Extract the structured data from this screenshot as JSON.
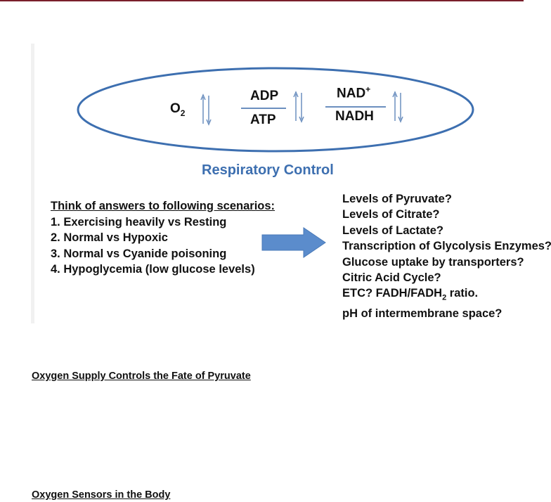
{
  "diagram": {
    "o2": {
      "base": "O",
      "sub": "2"
    },
    "adp_atp": {
      "numerator": "ADP",
      "denominator": "ATP"
    },
    "nad_nadh": {
      "numerator": "NAD",
      "numerator_sup": "+",
      "denominator": "NADH"
    },
    "title": "Respiratory Control",
    "colors": {
      "ellipse": "#3d6fb0",
      "arrow": "#6b8fbf",
      "title": "#3d6fb0",
      "top_rule": "#7a1f2b"
    }
  },
  "scenarios": {
    "heading": "Think of answers to following scenarios:",
    "items": [
      "1. Exercising heavily vs Resting",
      "2. Normal vs Hypoxic",
      "3. Normal vs Cyanide poisoning",
      "4. Hypoglycemia (low glucose levels)"
    ]
  },
  "questions": {
    "items": [
      "Levels of Pyruvate?",
      "Levels of Citrate?",
      "Levels of Lactate?",
      "Transcription of Glycolysis Enzymes?",
      "Glucose uptake by transporters?",
      "Citric Acid Cycle?"
    ],
    "etc": {
      "prefix": "ETC? FADH/FADH",
      "sub": "2",
      "suffix": " ratio."
    },
    "last": "pH of intermembrane space?"
  },
  "sections": {
    "fate_of_pyruvate": "Oxygen Supply Controls the Fate of Pyruvate",
    "oxygen_sensors": "Oxygen Sensors in the Body"
  }
}
